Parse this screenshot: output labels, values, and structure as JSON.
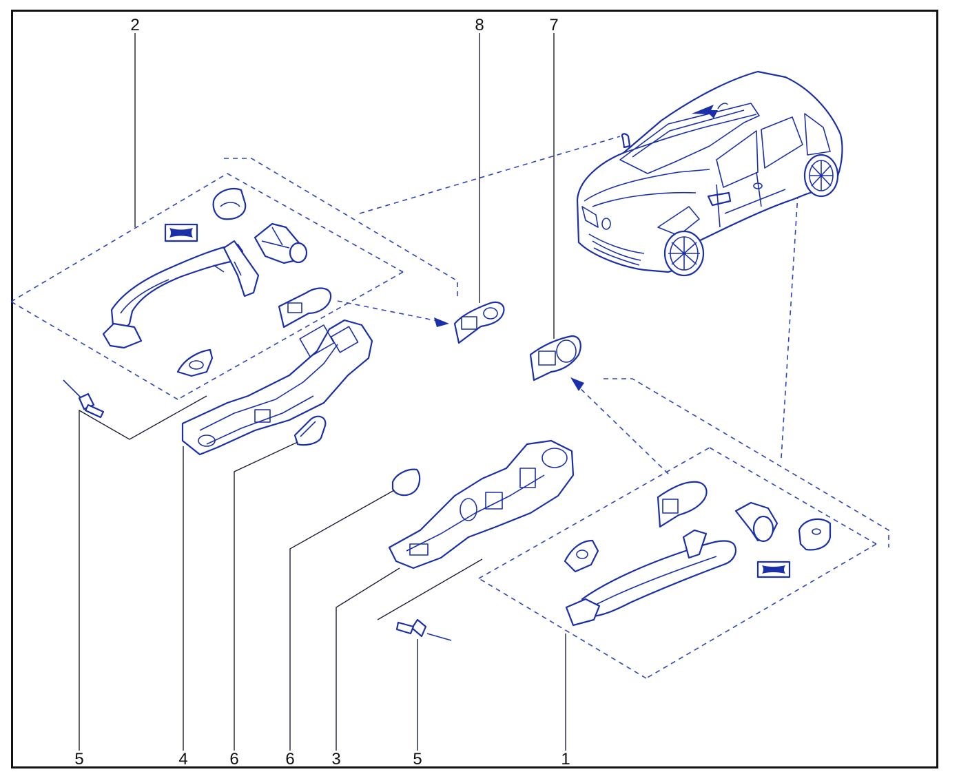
{
  "title": "",
  "callouts": [
    {
      "id": "c2-top",
      "label": "2"
    },
    {
      "id": "c8-top",
      "label": "8"
    },
    {
      "id": "c7-top",
      "label": "7"
    },
    {
      "id": "c5-left",
      "label": "5"
    },
    {
      "id": "c4",
      "label": "4"
    },
    {
      "id": "c6-left",
      "label": "6"
    },
    {
      "id": "c6-mid",
      "label": "6"
    },
    {
      "id": "c3",
      "label": "3"
    },
    {
      "id": "c5-mid",
      "label": "5"
    },
    {
      "id": "c1",
      "label": "1"
    }
  ],
  "colors": {
    "line_art": "#1a2fa8",
    "dashed": "#2c44b8",
    "leader": "#1a1f3a",
    "frame": "#111111"
  },
  "icons": [
    "car-illustration-icon",
    "door-handle-icon",
    "handle-bracket-icon",
    "rivet-icon",
    "gasket-icon",
    "lock-cylinder-icon",
    "end-cap-icon",
    "label-plate-icon",
    "direction-arrow-icon"
  ]
}
